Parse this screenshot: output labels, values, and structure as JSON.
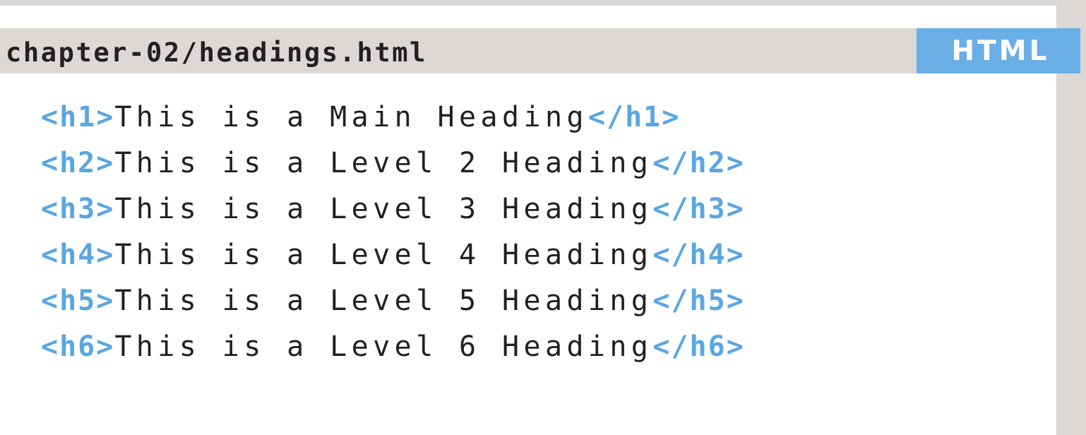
{
  "header": {
    "filename": "chapter-02/headings.html",
    "language_badge": "HTML"
  },
  "code_lines": [
    {
      "open_tag": "<h1>",
      "text": "This is a Main Heading",
      "close_tag": "</h1>"
    },
    {
      "open_tag": "<h2>",
      "text": "This is a Level 2 Heading",
      "close_tag": "</h2>"
    },
    {
      "open_tag": "<h3>",
      "text": "This is a Level 3 Heading",
      "close_tag": "</h3>"
    },
    {
      "open_tag": "<h4>",
      "text": "This is a Level 4 Heading",
      "close_tag": "</h4>"
    },
    {
      "open_tag": "<h5>",
      "text": "This is a Level 5 Heading",
      "close_tag": "</h5>"
    },
    {
      "open_tag": "<h6>",
      "text": "This is a Level 6 Heading",
      "close_tag": "</h6>"
    }
  ],
  "colors": {
    "tag": "#5aa6e2",
    "badge_background": "#6aaee6",
    "header_background": "#dcd8d5",
    "text": "#231f20"
  }
}
